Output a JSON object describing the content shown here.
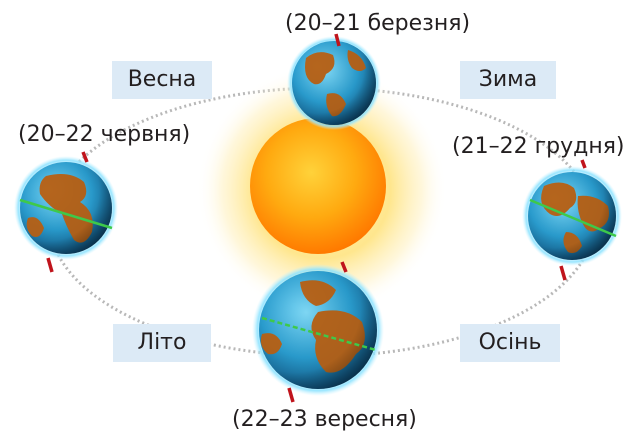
{
  "dates": {
    "march": "(20–21  березня)",
    "june": "(20–22  червня)",
    "december": "(21–22  грудня)",
    "september": "(22–23  вересня)"
  },
  "seasons": {
    "spring": "Весна",
    "winter": "Зима",
    "summer": "Літо",
    "autumn": "Осінь"
  },
  "colors": {
    "orbit": "#b8b8b8",
    "sun_core": "#ff8c00",
    "sun_glow": "#ffe27a",
    "ocean": "#2aa7d8",
    "land": "#b5651d",
    "atmosphere": "#8fe3ff",
    "axis": "#c0141c",
    "equator": "#3ec94a",
    "season_bg": "#dceaf6"
  }
}
